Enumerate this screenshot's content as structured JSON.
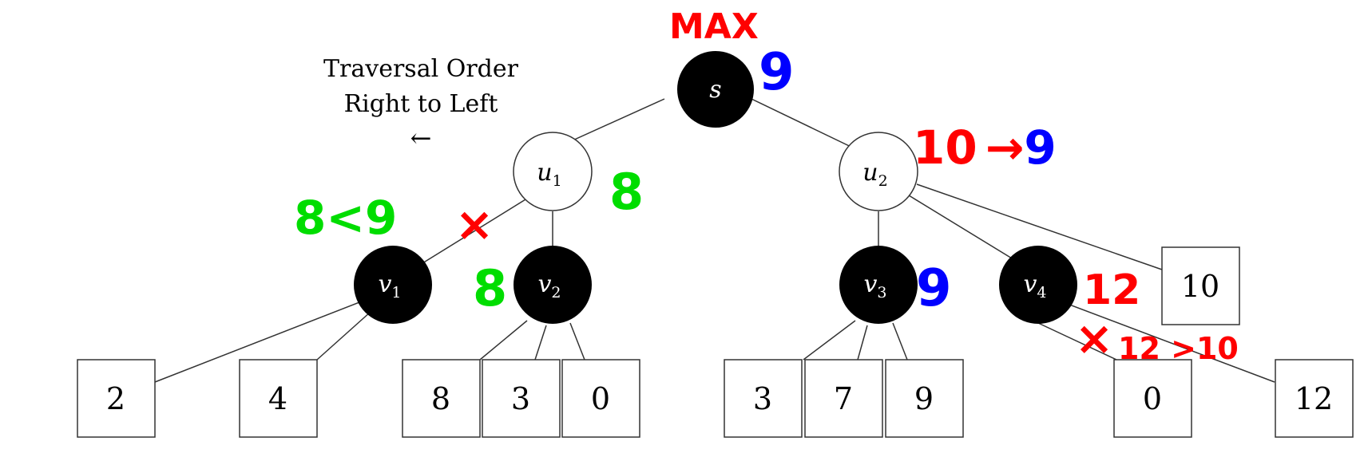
{
  "caption": {
    "line1": "Traversal Order",
    "line2": "Right to Left",
    "arrow": "←"
  },
  "nodes": {
    "s": {
      "label": "s",
      "type": "max",
      "filled": true
    },
    "u1": {
      "label": "u",
      "sub": "1",
      "filled": false
    },
    "u2": {
      "label": "u",
      "sub": "2",
      "filled": false
    },
    "v1": {
      "label": "v",
      "sub": "1",
      "filled": true
    },
    "v2": {
      "label": "v",
      "sub": "2",
      "filled": true
    },
    "v3": {
      "label": "v",
      "sub": "3",
      "filled": true
    },
    "v4": {
      "label": "v",
      "sub": "4",
      "filled": true
    }
  },
  "leaves": [
    "2",
    "4",
    "8",
    "3",
    "0",
    "3",
    "7",
    "9",
    "0",
    "12",
    "10"
  ],
  "annotations": {
    "max": {
      "text": "MAX",
      "color": "#ff0000"
    },
    "s_value": {
      "text": "9",
      "color": "#0000ff"
    },
    "u2_value": {
      "text": "10 →9",
      "color": "#ff0000",
      "accent": "#0000ff",
      "from": "10",
      "arrow": "→",
      "to": "9"
    },
    "u1_value": {
      "text": "8",
      "color": "#00dd00"
    },
    "v1_compare": {
      "text": "8<9",
      "color": "#00dd00"
    },
    "v2_value": {
      "text": "8",
      "color": "#00dd00"
    },
    "v3_value": {
      "text": "9",
      "color": "#0000ff"
    },
    "v4_value": {
      "text": "12",
      "color": "#ff0000"
    },
    "v4_compare": {
      "text": "12 >10",
      "color": "#ff0000"
    },
    "prune_mark": {
      "text": "×",
      "color": "#ff0000"
    }
  }
}
